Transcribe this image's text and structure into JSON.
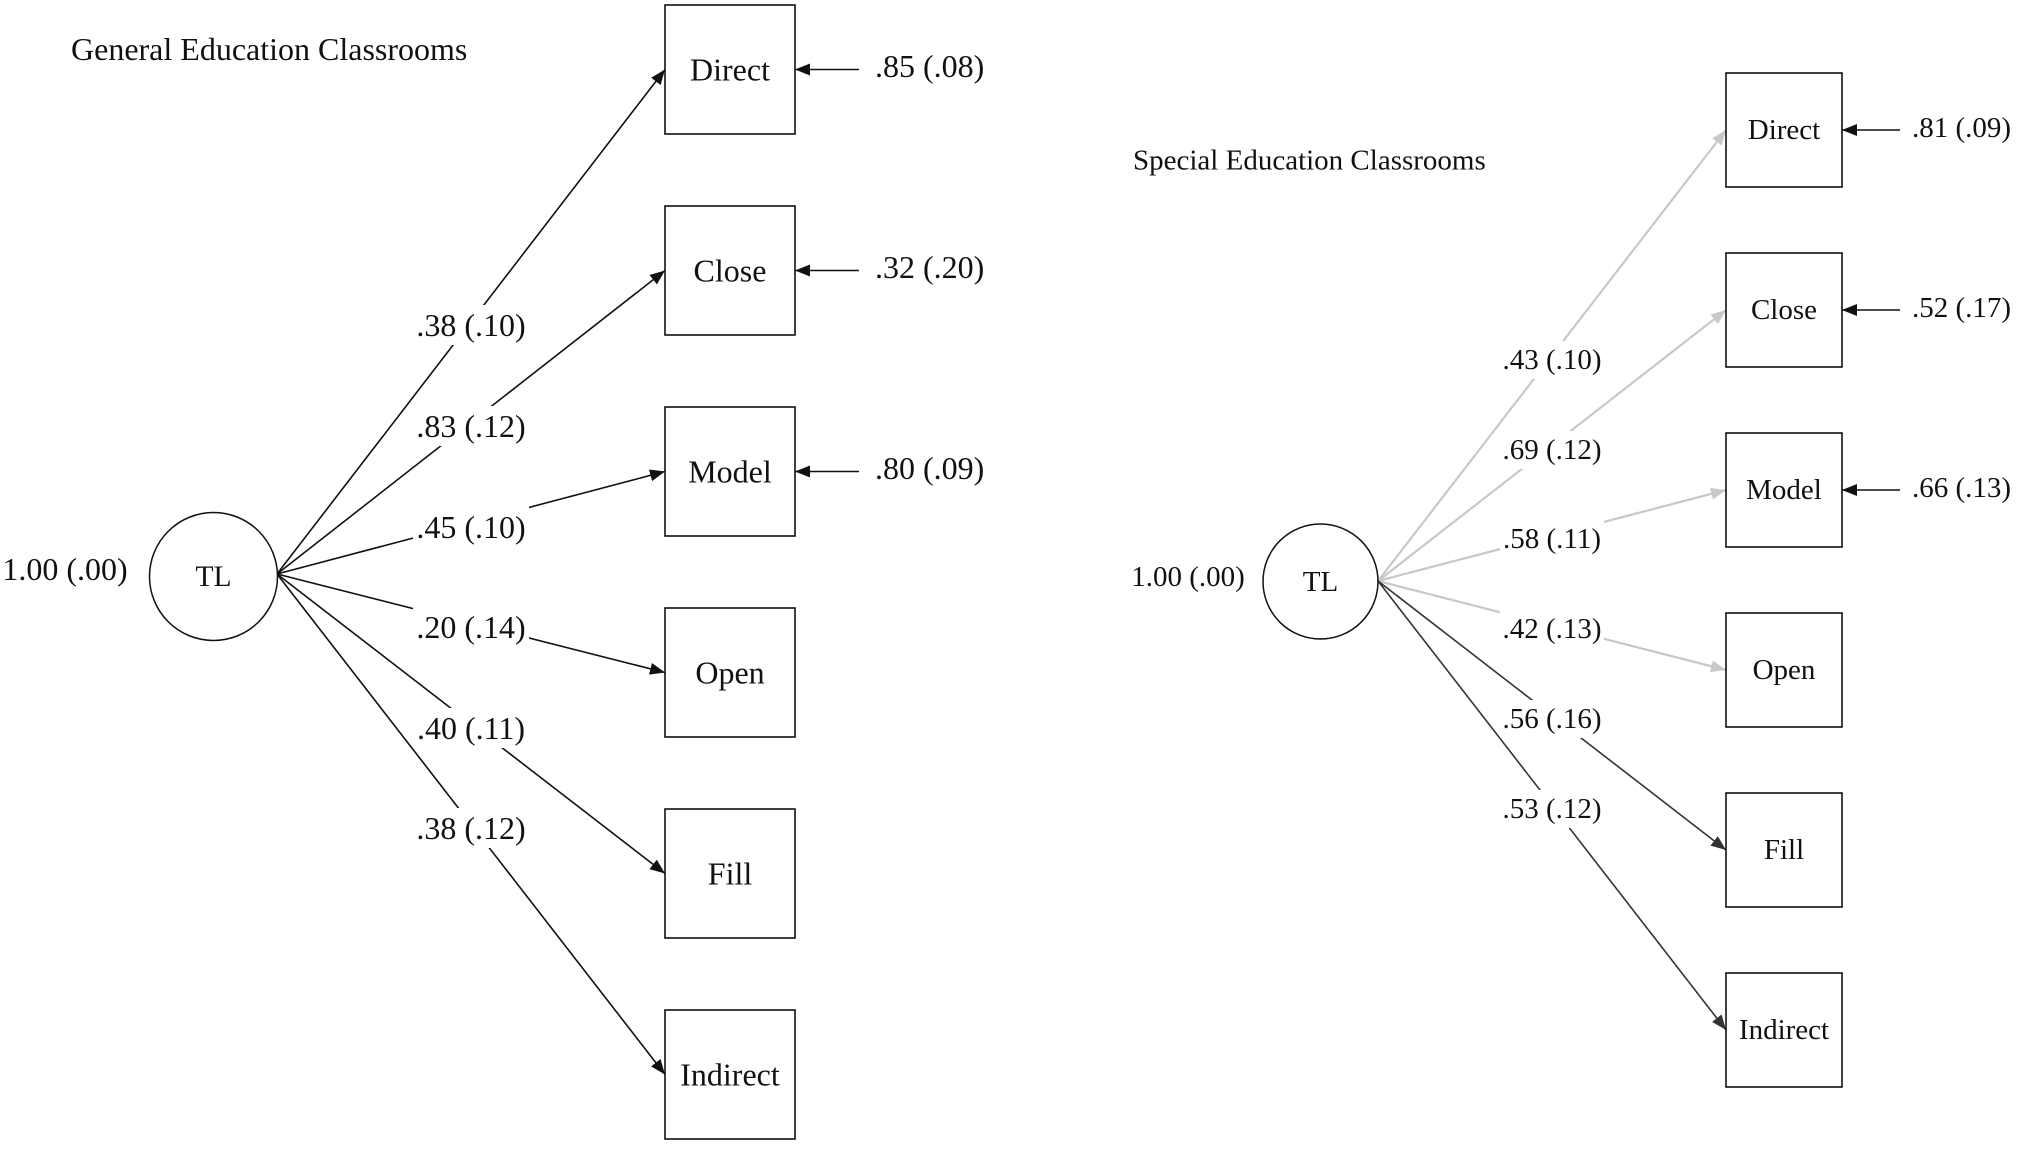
{
  "panels": [
    {
      "title": "General Education Classrooms",
      "latent": {
        "label": "TL",
        "variance": "1.00 (.00)"
      },
      "indicators": [
        {
          "label": "Direct",
          "loading": ".38 (.10)",
          "error": ".85 (.08)",
          "path_color": "#111111"
        },
        {
          "label": "Close",
          "loading": ".83 (.12)",
          "error": ".32 (.20)",
          "path_color": "#111111"
        },
        {
          "label": "Model",
          "loading": ".45 (.10)",
          "error": ".80 (.09)",
          "path_color": "#111111"
        },
        {
          "label": "Open",
          "loading": ".20 (.14)",
          "path_color": "#111111"
        },
        {
          "label": "Fill",
          "loading": ".40 (.11)",
          "path_color": "#111111"
        },
        {
          "label": "Indirect",
          "loading": ".38 (.12)",
          "path_color": "#111111"
        }
      ]
    },
    {
      "title": "Special Education Classrooms",
      "latent": {
        "label": "TL",
        "variance": "1.00 (.00)"
      },
      "indicators": [
        {
          "label": "Direct",
          "loading": ".43 (.10)",
          "error": ".81 (.09)",
          "path_color": "#c8c8c8"
        },
        {
          "label": "Close",
          "loading": ".69 (.12)",
          "error": ".52 (.17)",
          "path_color": "#c8c8c8"
        },
        {
          "label": "Model",
          "loading": ".58 (.11)",
          "error": ".66 (.13)",
          "path_color": "#c8c8c8"
        },
        {
          "label": "Open",
          "loading": ".42 (.13)",
          "path_color": "#c8c8c8"
        },
        {
          "label": "Fill",
          "loading": ".56 (.16)",
          "path_color": "#333333"
        },
        {
          "label": "Indirect",
          "loading": ".53 (.12)",
          "path_color": "#333333"
        }
      ]
    }
  ]
}
